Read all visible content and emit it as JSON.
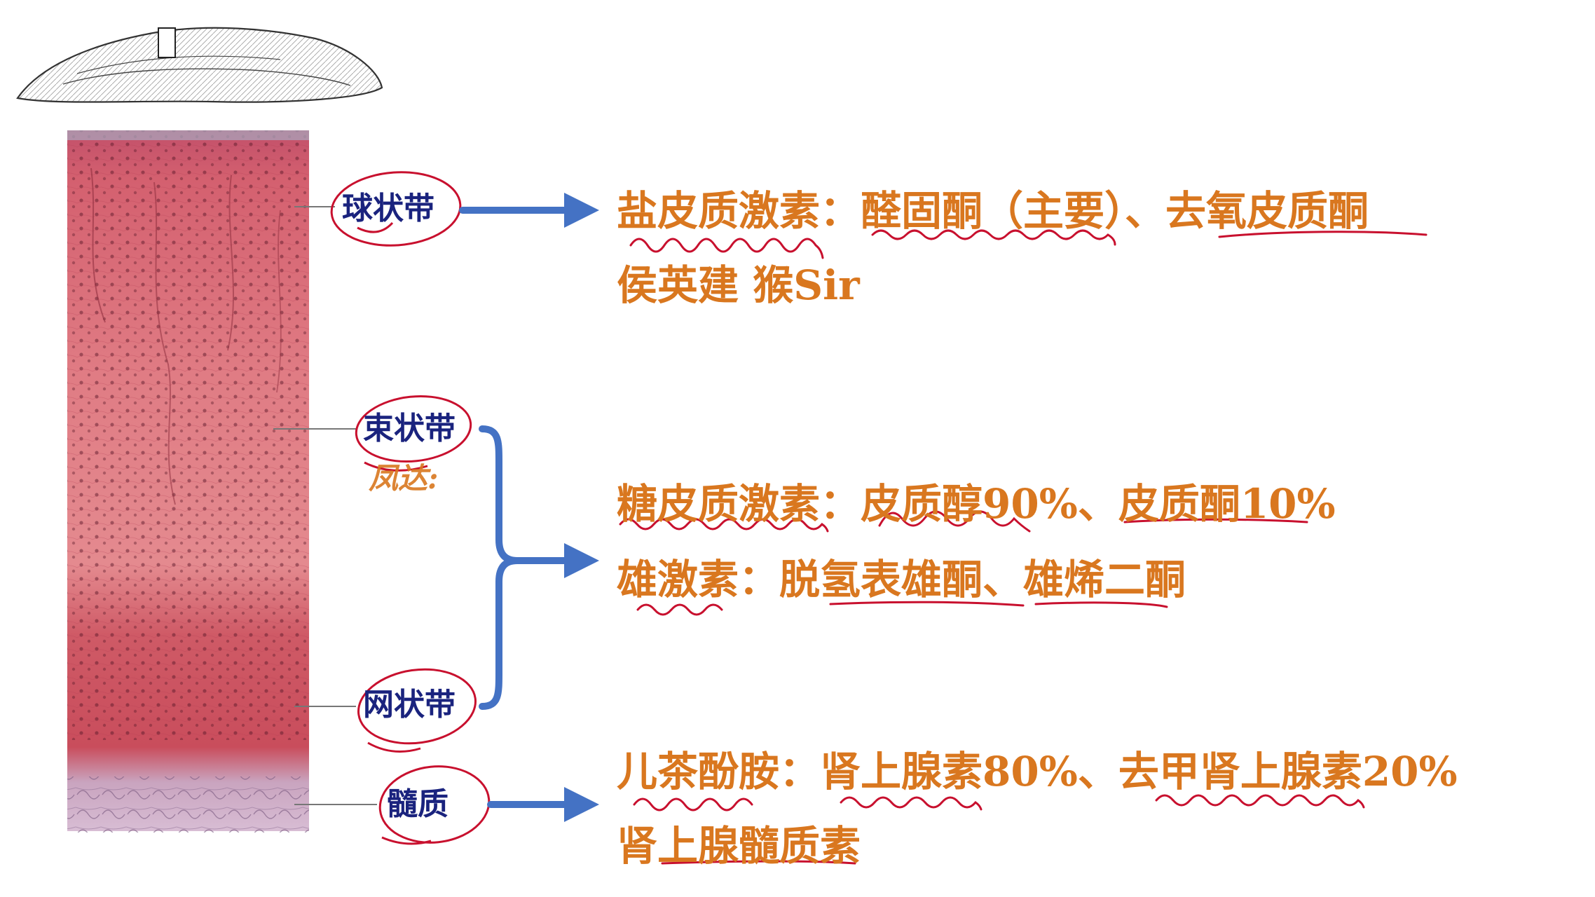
{
  "zones": [
    {
      "id": "glomerulosa",
      "label": "球状带"
    },
    {
      "id": "fasciculata",
      "label": "束状带"
    },
    {
      "id": "reticularis",
      "label": "网状带"
    },
    {
      "id": "medulla",
      "label": "髓质"
    }
  ],
  "handwritten_note": "凤达:",
  "hormones": {
    "mineralocorticoid_line1": "盐皮质激素：醛固酮（主要）、去氧皮质酮",
    "mineralocorticoid_line2": "侯英建 猴Sir",
    "glucocorticoid": "糖皮质激素：皮质醇90%、皮质酮10%",
    "androgen": "雄激素：脱氢表雄酮、雄烯二酮",
    "catecholamine_line1": "儿茶酚胺：肾上腺素80%、去甲肾上腺素20%",
    "catecholamine_line2": "肾上腺髓质素"
  },
  "colors": {
    "hormone_text": "#d9771f",
    "zone_label": "#1a237e",
    "arrow": "#4472c4",
    "annotation": "#c8102e",
    "tissue": "#d9606e"
  }
}
